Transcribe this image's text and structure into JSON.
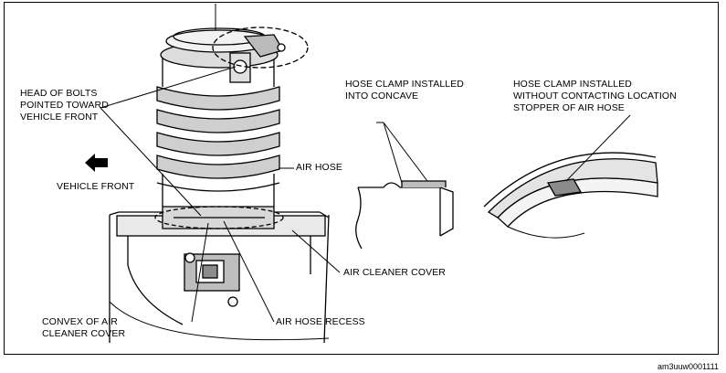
{
  "labels": {
    "head_of_bolts": [
      "HEAD OF BOLTS",
      "POINTED TOWARD",
      "VEHICLE FRONT"
    ],
    "vehicle_front": "VEHICLE FRONT",
    "air_hose": "AIR HOSE",
    "air_cleaner_cover": "AIR CLEANER COVER",
    "air_hose_recess": "AIR HOSE RECESS",
    "convex": [
      "CONVEX OF AIR",
      "CLEANER COVER"
    ],
    "hose_clamp_concave": [
      "HOSE CLAMP INSTALLED",
      "INTO CONCAVE"
    ],
    "hose_clamp_without": [
      "HOSE CLAMP INSTALLED",
      "WITHOUT CONTACTING LOCATION",
      "STOPPER OF AIR HOSE"
    ]
  },
  "reference_code": "am3uuw0001111",
  "colors": {
    "line": "#000000",
    "shade": "#8c8c8c",
    "light_shade": "#cfcfcf",
    "background": "#ffffff"
  }
}
